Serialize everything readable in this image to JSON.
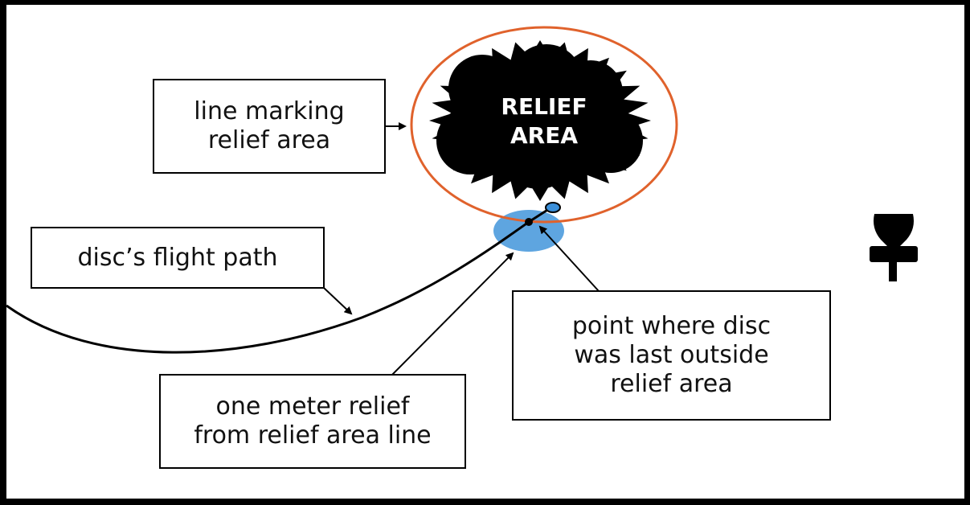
{
  "relief_label": {
    "line1": "RELIEF",
    "line2": "AREA"
  },
  "labels": {
    "line_marking": {
      "line1": "line marking",
      "line2": "relief area"
    },
    "flight_path": {
      "line1": "disc’s flight path"
    },
    "one_meter": {
      "line1": "one meter relief",
      "line2": "from relief area line"
    },
    "last_outside": {
      "line1": "point where disc",
      "line2": "was last outside",
      "line3": "relief area"
    }
  },
  "colors": {
    "relief_line": "#E0622C",
    "relief_zone": "#5EA5E0",
    "disc": "#3B8FD9",
    "bush": "#000000",
    "background": "#FFFFFF",
    "frame": "#000000"
  },
  "icons": {
    "basket": "disc-golf-basket-icon",
    "bush": "bush-silhouette-icon"
  }
}
